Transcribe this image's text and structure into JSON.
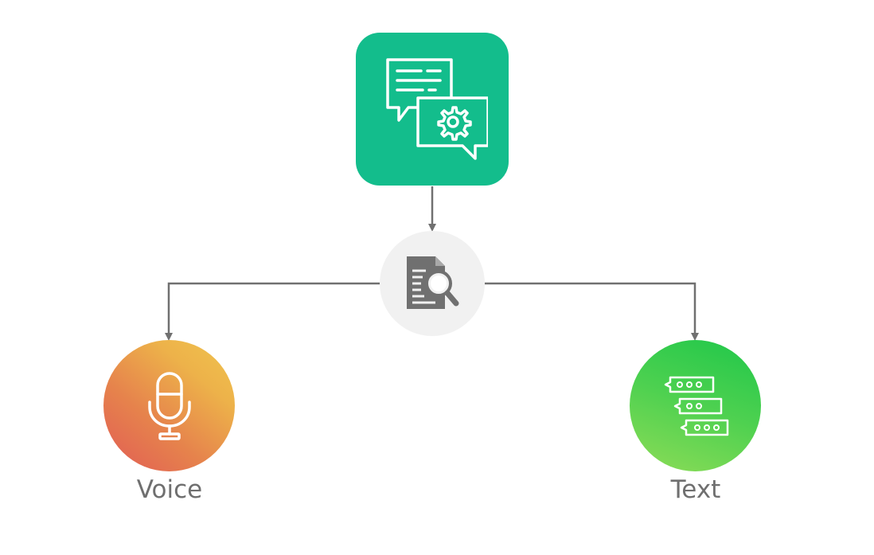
{
  "diagram": {
    "nodes": {
      "chatbot": {
        "icon": "chat-settings-icon",
        "color": "#13bd8c"
      },
      "analysis": {
        "icon": "document-search-icon",
        "color": "#f1f1f1"
      },
      "voice": {
        "icon": "microphone-icon",
        "label": "Voice",
        "colors": [
          "#e15b55",
          "#f0c44e"
        ]
      },
      "text": {
        "icon": "chat-messages-icon",
        "label": "Text",
        "colors": [
          "#1fc74a",
          "#8ddc57"
        ]
      }
    },
    "edges": [
      {
        "from": "chatbot",
        "to": "analysis"
      },
      {
        "from": "analysis",
        "to": "voice"
      },
      {
        "from": "analysis",
        "to": "text"
      }
    ],
    "connector_color": "#707070"
  }
}
